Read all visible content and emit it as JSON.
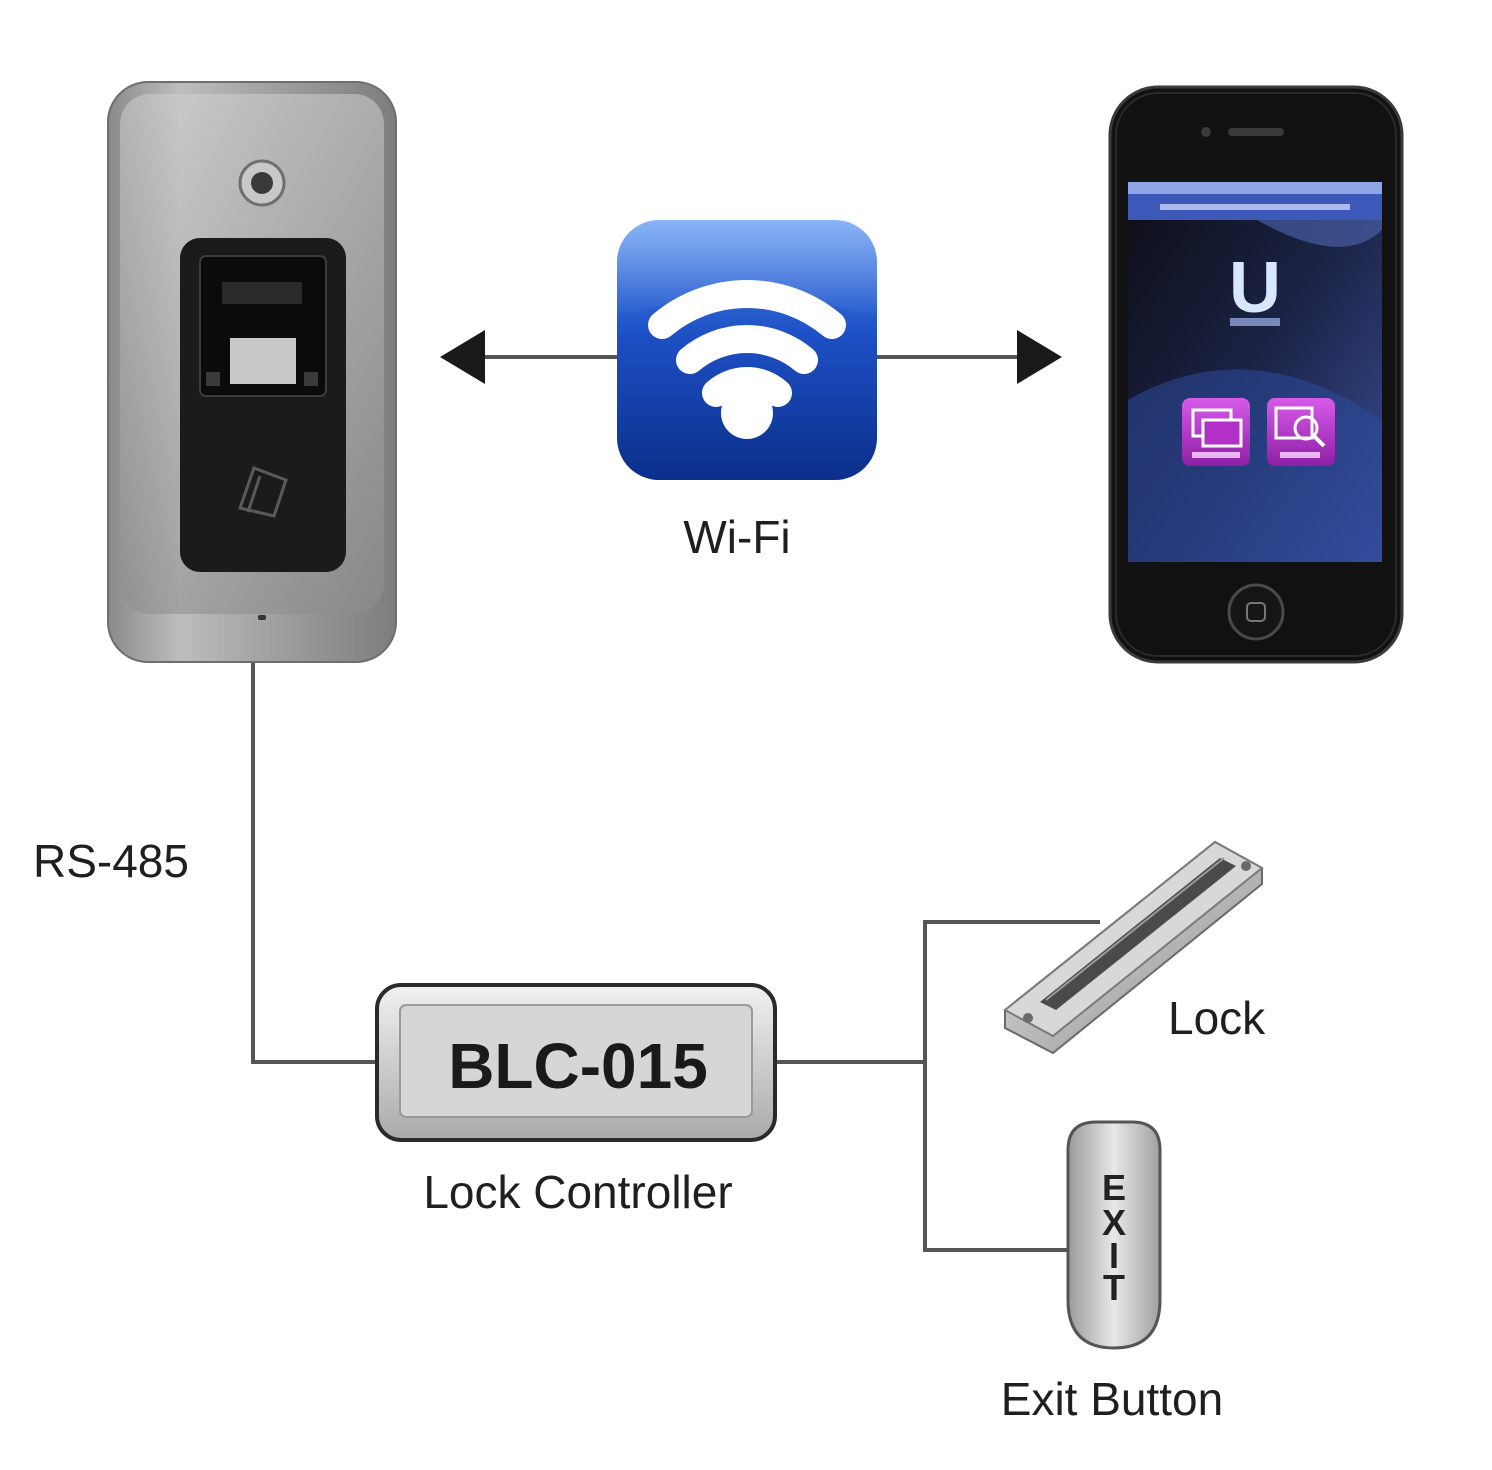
{
  "wifi": {
    "label": "Wi-Fi",
    "icon": "wifi-icon"
  },
  "connection": {
    "label": "RS-485"
  },
  "controller": {
    "model": "BLC-015",
    "label": "Lock Controller"
  },
  "lock": {
    "label": "Lock"
  },
  "exit_button": {
    "label": "Exit Button",
    "face_text": [
      "E",
      "X",
      "I",
      "T"
    ]
  },
  "phone": {
    "app_letter": "U"
  },
  "colors": {
    "wifi_blue_dark": "#0b2f8a",
    "wifi_blue_light": "#3f7fe6",
    "app_tile": "#b230c8",
    "device_silver": "#a7a7a7",
    "wire": "#555555"
  }
}
